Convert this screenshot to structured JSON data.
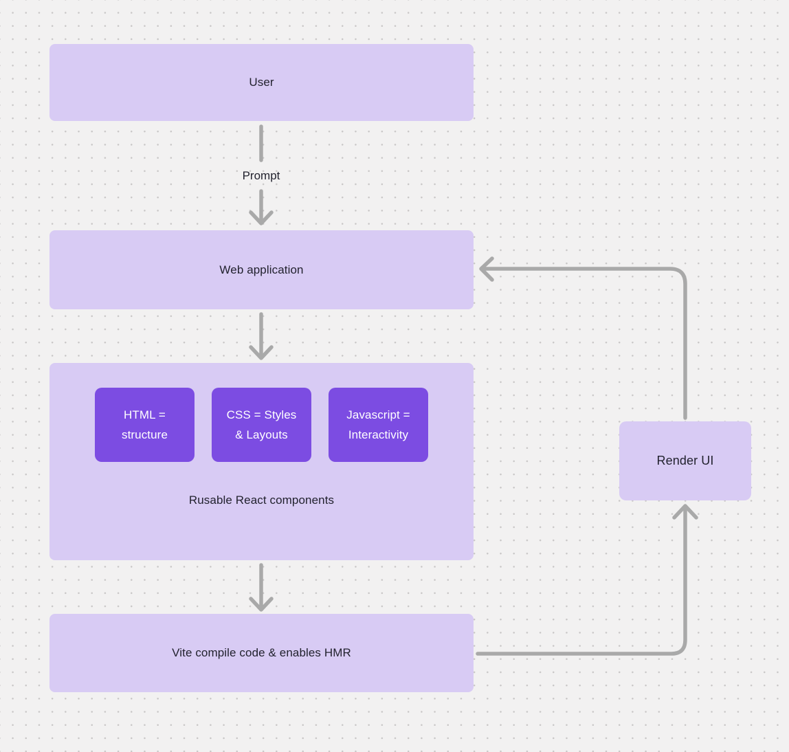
{
  "diagram": {
    "nodes": {
      "user": {
        "label": "User"
      },
      "web_application": {
        "label": "Web application"
      },
      "components_group": {
        "caption": "Rusable React components",
        "items": [
          {
            "line1": "HTML =",
            "line2": "structure"
          },
          {
            "line1": "CSS = Styles",
            "line2": "& Layouts"
          },
          {
            "line1": "Javascript =",
            "line2": "Interactivity"
          }
        ]
      },
      "vite": {
        "label": "Vite compile code & enables HMR"
      },
      "render_ui": {
        "label": "Render UI"
      }
    },
    "edges": {
      "user_to_webapp": {
        "label": "Prompt"
      }
    },
    "colors": {
      "background": "#f2f1f1",
      "grid_dot": "#c8c6c6",
      "node_fill": "#d8cbf4",
      "accent_fill": "#7c4ce2",
      "accent_text": "#ffffff",
      "text": "#22222e",
      "arrow": "#a9a9a9"
    }
  }
}
